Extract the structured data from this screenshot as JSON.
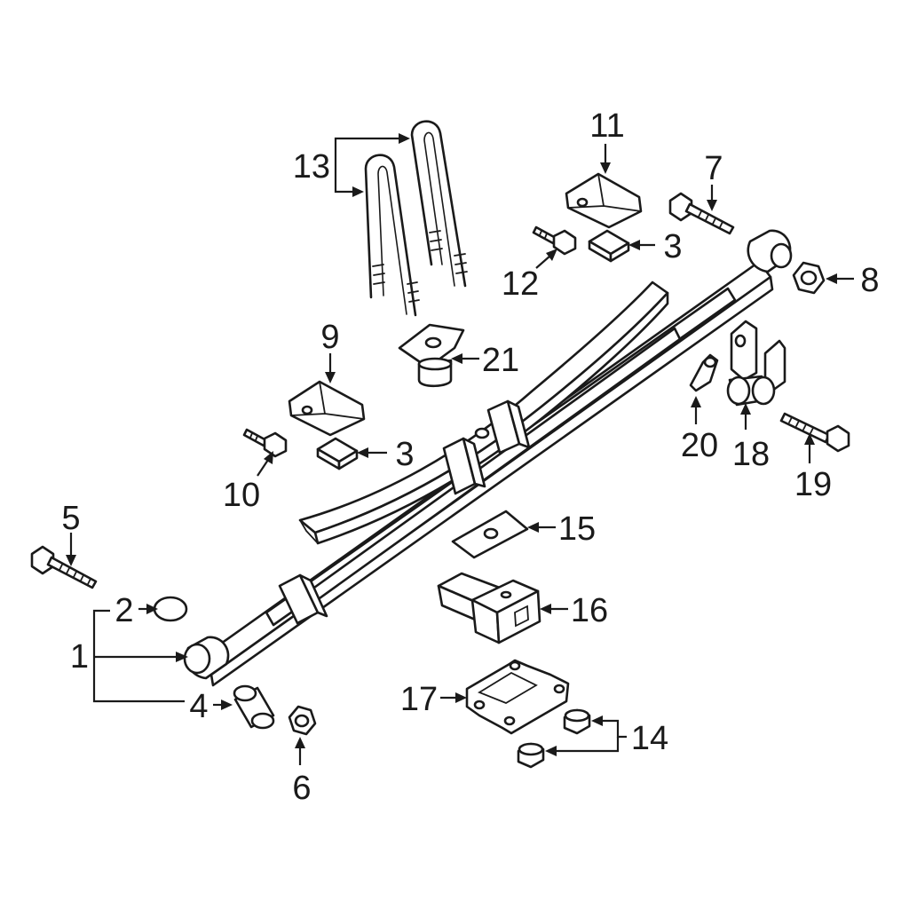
{
  "diagram": {
    "callouts": [
      {
        "id": "c1",
        "label": "1"
      },
      {
        "id": "c2",
        "label": "2"
      },
      {
        "id": "c3a",
        "label": "3"
      },
      {
        "id": "c3b",
        "label": "3"
      },
      {
        "id": "c4",
        "label": "4"
      },
      {
        "id": "c5",
        "label": "5"
      },
      {
        "id": "c6",
        "label": "6"
      },
      {
        "id": "c7",
        "label": "7"
      },
      {
        "id": "c8",
        "label": "8"
      },
      {
        "id": "c9",
        "label": "9"
      },
      {
        "id": "c10",
        "label": "10"
      },
      {
        "id": "c11",
        "label": "11"
      },
      {
        "id": "c12",
        "label": "12"
      },
      {
        "id": "c13",
        "label": "13"
      },
      {
        "id": "c14",
        "label": "14"
      },
      {
        "id": "c15",
        "label": "15"
      },
      {
        "id": "c16",
        "label": "16"
      },
      {
        "id": "c17",
        "label": "17"
      },
      {
        "id": "c18",
        "label": "18"
      },
      {
        "id": "c19",
        "label": "19"
      },
      {
        "id": "c20",
        "label": "20"
      },
      {
        "id": "c21",
        "label": "21"
      }
    ]
  }
}
